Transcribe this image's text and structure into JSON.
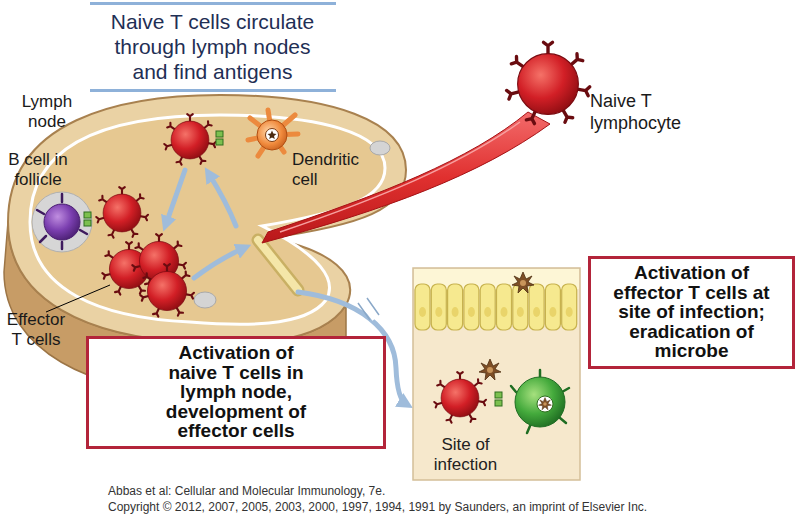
{
  "diagram": {
    "title": "Naive T cells circulate through lymph nodes and find antigens",
    "caption": "Abbas et al: Cellular and Molecular Immunology, 7e.",
    "nodes": [
      {
        "text": [
          "Activation of naive T cells in lymph node, development of effector cells"
        ]
      },
      {
        "text": [
          "Site of infection"
        ]
      },
      {
        "text": [
          "Activation of effector T cells at site of infection; eradication of microbe"
        ]
      }
    ],
    "labels": [
      "Naive T lymphocyte",
      "Lymph node",
      "B cell in follicle",
      "Dendritic cell",
      "Effector T cells",
      "Copyright © 2012, 2007, 2005, 2003, 2000, 1997, 1994, 1991 by Saunders, an imprint of Elsevier Inc."
    ]
  }
}
